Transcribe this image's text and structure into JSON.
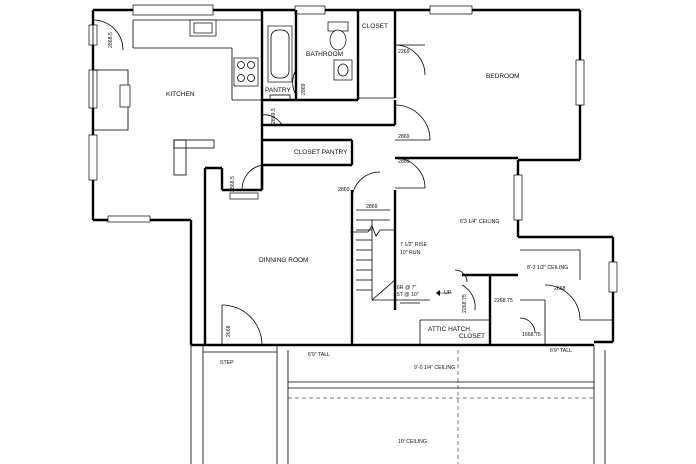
{
  "rooms": {
    "kitchen": "KITCHEN",
    "bathroom": "BATHROOM",
    "closet_top": "CLOSET",
    "bedroom": "BEDROOM",
    "pantry": "PANTRY",
    "closet_pantry": "CLOSET PANTRY",
    "dining_room": "DINNING ROOM",
    "closet_bottom": "CLOSET",
    "attic_hatch": "ATTIC HATCH",
    "step": "STEP"
  },
  "ceilings": {
    "c1": "6'3 1/4\" CEILING",
    "c2": "8'-3 1/2\" CEILING",
    "c3": "9'-0 1/4\" CEILING",
    "c4": "10' CEILING",
    "tall1": "6'9\" TALL",
    "tall2": "6'9\" TALL"
  },
  "stairs": {
    "rise": "7 1/2\" RISE",
    "run": "10\" RUN",
    "risers": "16R @ 7\"",
    "treads": "15T @ 10\"",
    "up": "UP"
  },
  "doors": {
    "d_kitchen_top": "2868.5",
    "d_bath": "2869",
    "d_pantry_side": "2869.5",
    "d_kitchen_side": "2868.5",
    "d_bedroom_top": "2269",
    "d_hall1": "2869",
    "d_hall2": "2869",
    "d_hall3": "2860",
    "d_stair": "2869",
    "d_closet_v": "2268.75",
    "d_closet_h": "2268.75",
    "d_small": "1668.75",
    "d_right": "2668",
    "d_dining": "2668"
  }
}
